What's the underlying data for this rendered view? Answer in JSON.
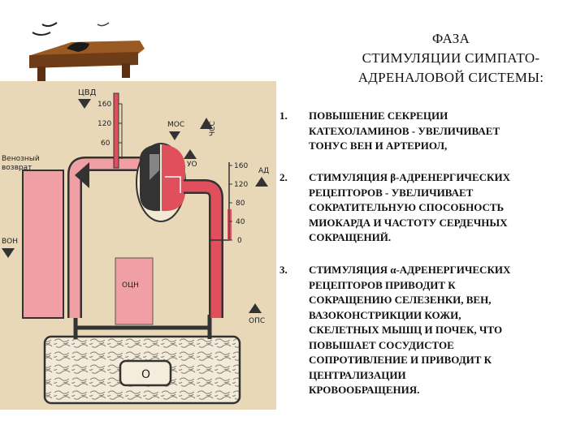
{
  "title_lines": [
    "ФАЗА",
    "СТИМУЛЯЦИИ СИМПАТО-",
    "АДРЕНАЛОВОЙ СИСТЕМЫ:"
  ],
  "items": [
    {
      "num": "1.",
      "lines": [
        "ПОВЫШЕНИЕ СЕКРЕЦИИ",
        "КАТЕХОЛАМИНОВ - УВЕЛИЧИВАЕТ",
        "ТОНУС ВЕН И АРТЕРИОЛ,"
      ]
    },
    {
      "num": "2.",
      "lines": [
        "СТИМУЛЯЦИЯ β-АДРЕНЕРГИЧЕСКИХ",
        "РЕЦЕПТОРОВ - УВЕЛИЧИВАЕТ",
        "СОКРАТИТЕЛЬНУЮ СПОСОБНОСТЬ",
        "МИОКАРДА И ЧАСТОТУ СЕРДЕЧНЫХ",
        "СОКРАЩЕНИЙ."
      ]
    },
    {
      "num": "3.",
      "lines": [
        "СТИМУЛЯЦИЯ α-АДРЕНЕРГИЧЕСКИХ",
        "РЕЦЕПТОРОВ ПРИВОДИТ К",
        "СОКРАЩЕНИЮ СЕЛЕЗЕНКИ, ВЕН,",
        "ВАЗОКОНСТРИКЦИИ КОЖИ,",
        "СКЕЛЕТНЫХ МЫШЦ И ПОЧЕК, ЧТО",
        "ПОВЫШАЕТ СОСУДИСТОЕ",
        "СОПРОТИВЛЕНИЕ И ПРИВОДИТ К",
        "ЦЕНТРАЛИЗАЦИИ",
        "КРОВООБРАЩЕНИЯ."
      ]
    }
  ],
  "diagram": {
    "labels": {
      "cvd": "ЦВД",
      "venous_return_1": "Венозный",
      "venous_return_2": "возврат",
      "mos": "МОС",
      "chss": "ЧСС",
      "uo": "УО",
      "ad": "АД",
      "von": "ВОН",
      "ocn": "ОЦН",
      "ops": "ОПС",
      "reservoir": "О"
    },
    "cvd_scale": [
      "160",
      "120",
      "60"
    ],
    "ad_scale": [
      "160",
      "120",
      "80",
      "40",
      "0"
    ],
    "colors": {
      "red": "#e0505c",
      "pink": "#f0a0a5",
      "dark": "#3a3a3a",
      "background": "#e8d8b8"
    }
  }
}
